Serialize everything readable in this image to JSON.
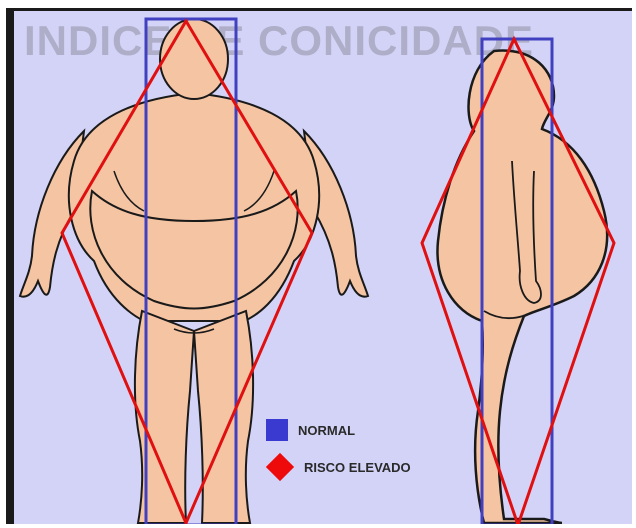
{
  "title": "INDICE DE CONICIDADE",
  "legend": [
    {
      "label": "NORMAL",
      "shape": "square",
      "color": "#3a3ad0"
    },
    {
      "label": "RISCO ELEVADO",
      "shape": "diamond",
      "color": "#ee0a0a"
    }
  ],
  "colors": {
    "background": "#d3d3f7",
    "skin": "#f5c4a3",
    "outline": "#1a1a1a",
    "normal": "#4040c0",
    "risk": "#e01010"
  }
}
